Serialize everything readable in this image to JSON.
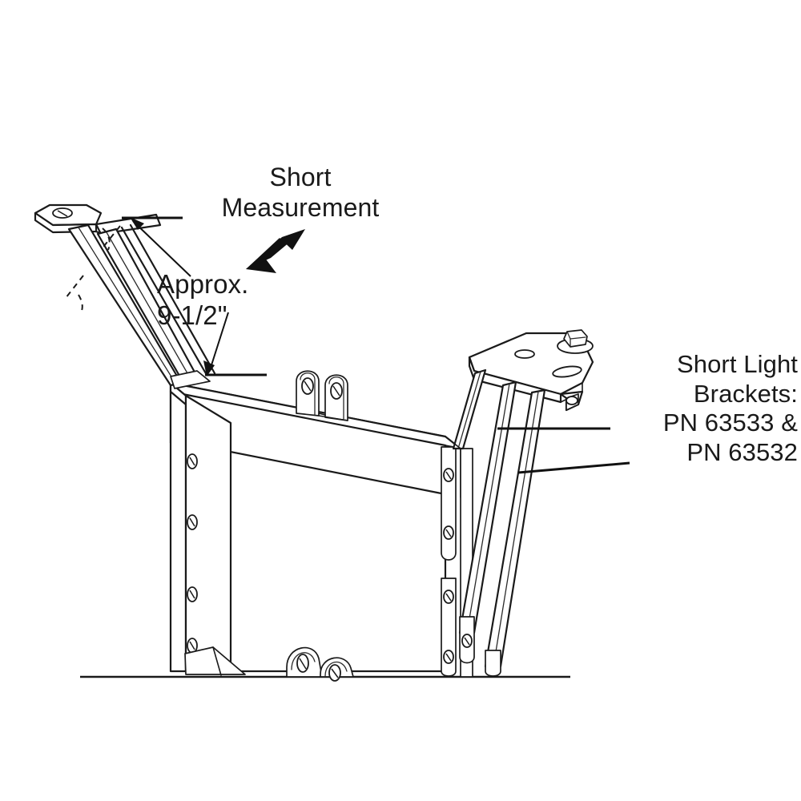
{
  "drawing": {
    "title": "Short Light Brackets Installation Diagram",
    "type": "technical-line-drawing",
    "background_color": "#ffffff",
    "line_color": "#1a1a1a"
  },
  "annotations": {
    "short_measurement": {
      "line1": "Short",
      "line2": "Measurement"
    },
    "approx_dimension": {
      "line1": "Approx.",
      "line2": "9-1/2\""
    },
    "short_light_brackets": {
      "line1": "Short Light",
      "line2": "Brackets:",
      "line3": "PN 63533 &",
      "line4": "PN 63532"
    }
  },
  "part_numbers": [
    "63533",
    "63532"
  ],
  "measurements": [
    {
      "label": "Approx. 9-1/2\"",
      "value": "9-1/2",
      "unit": "inch",
      "qualifier": "Approx."
    }
  ],
  "components": {
    "left_bracket": "short-light-bracket-left",
    "right_bracket": "short-light-bracket-right",
    "center_clevis": "center-double-tab-clevis",
    "bottom_clevis": "bottom-double-tab-clevis",
    "main_beam": "main-box-beam",
    "left_post": "left-vertical-post",
    "ground_line": "ground-reference-line"
  }
}
